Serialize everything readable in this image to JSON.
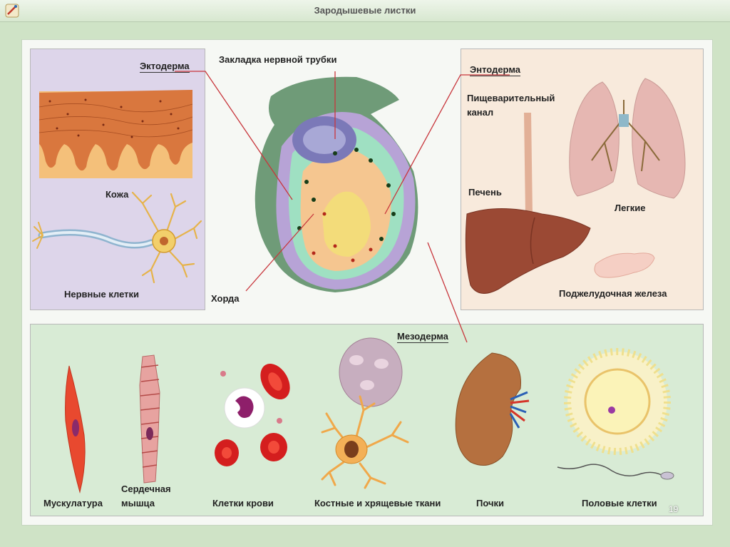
{
  "window": {
    "title": "Зародышевые листки"
  },
  "ectoderm": {
    "header": "Эктодерма",
    "skin_label": "Кожа",
    "nerve_label": "Нервные клетки"
  },
  "center": {
    "neural_tube_label": "Закладка нервной трубки",
    "chord_label": "Хорда"
  },
  "endoderm": {
    "header": "Энтодерма",
    "digestive_label_line1": "Пищеварительный",
    "digestive_label_line2": "канал",
    "liver_label": "Печень",
    "lungs_label": "Легкие",
    "pancreas_label": "Поджелудочная железа"
  },
  "mesoderm": {
    "header": "Мезодерма",
    "muscle_label": "Мускулатура",
    "heart_label_line1": "Сердечная",
    "heart_label_line2": "мышца",
    "blood_label": "Клетки крови",
    "bone_label": "Костные и хрящевые ткани",
    "kidney_label": "Почки",
    "sex_cells_label": "Половые клетки"
  },
  "page_number": "19",
  "colors": {
    "ectoderm_panel": "#ddd5ea",
    "endoderm_panel": "#f8eadc",
    "mesoderm_panel": "#d8ebd5",
    "leader_line": "#c8363c"
  }
}
